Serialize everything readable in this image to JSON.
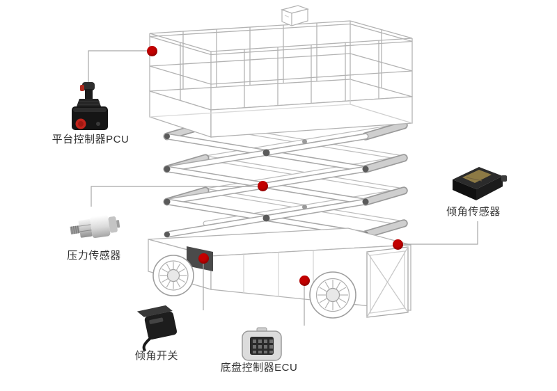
{
  "page": {
    "background_color": "#ffffff",
    "accent_color": "#c30000",
    "leader_line_color": "#a6a6a6",
    "label_color": "#333333"
  },
  "illustration": {
    "name": "scissor-lift-wireframe"
  },
  "callouts": {
    "pcu": {
      "label": "平台控制器PCU",
      "icon": "joystick-controller-icon"
    },
    "pressure_sensor": {
      "label": "压力传感器",
      "icon": "pressure-transducer-icon"
    },
    "tilt_switch": {
      "label": "倾角开关",
      "icon": "tilt-switch-icon"
    },
    "chassis_ecu": {
      "label": "底盘控制器ECU",
      "icon": "ecu-connector-icon"
    },
    "tilt_sensor": {
      "label": "倾角传感器",
      "icon": "tilt-sensor-icon"
    }
  }
}
